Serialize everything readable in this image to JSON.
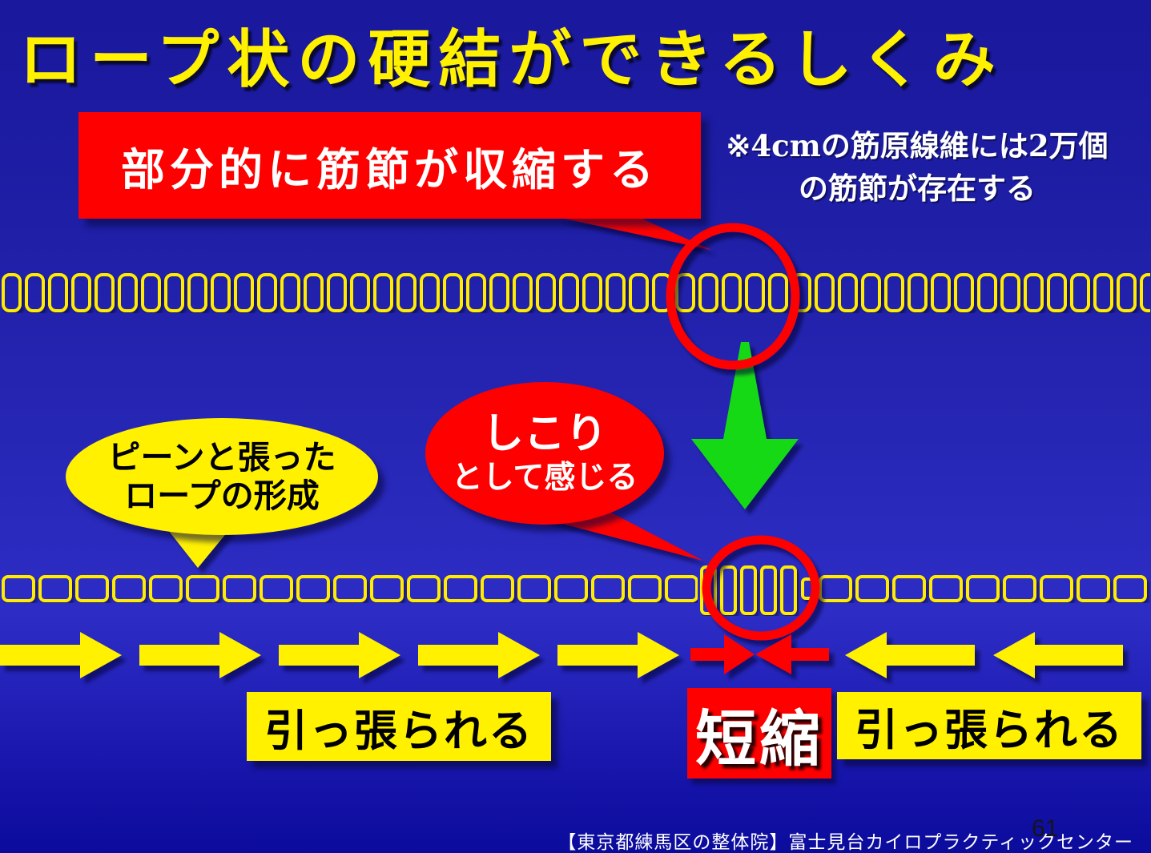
{
  "slide": {
    "title": "ロープ状の硬結ができるしくみ",
    "callout": "部分的に筋節が収縮する",
    "note": {
      "line1": "※4cmの筋原線維には2万個",
      "line2": "の筋節が存在する"
    },
    "rope_bubble": {
      "line1": "ピーンと張った",
      "line2": "ロープの形成"
    },
    "shikori_bubble": {
      "line1": "しこり",
      "line2": "として感じる"
    },
    "labels": {
      "pulled_left": "引っ張られる",
      "shortened": "短縮",
      "pulled_right": "引っ張られる"
    },
    "page_number": "61",
    "footer": "【東京都練馬区の整体院】富士見台カイロプラクティックセンター"
  },
  "chains": {
    "top": {
      "count": 50
    },
    "bottom_left": {
      "count": 19
    },
    "compressed": {
      "count": 5
    },
    "bottom_right": {
      "count": 10
    }
  },
  "icons": {
    "down_arrow": "green-down-arrow-icon",
    "converge_arrows": "red-converging-arrows-icon",
    "pull_arrows": "yellow-pull-arrows-icon",
    "highlight_circles": "red-highlight-circle-icon"
  },
  "colors": {
    "yellow": "#FFF100",
    "chain_yellow": "#FFEC00",
    "red": "#FF0000",
    "green": "#12D912",
    "bg_top": "#1A189C",
    "bg_mid": "#2D2DC6",
    "bg_bottom": "#0B0B9C"
  }
}
